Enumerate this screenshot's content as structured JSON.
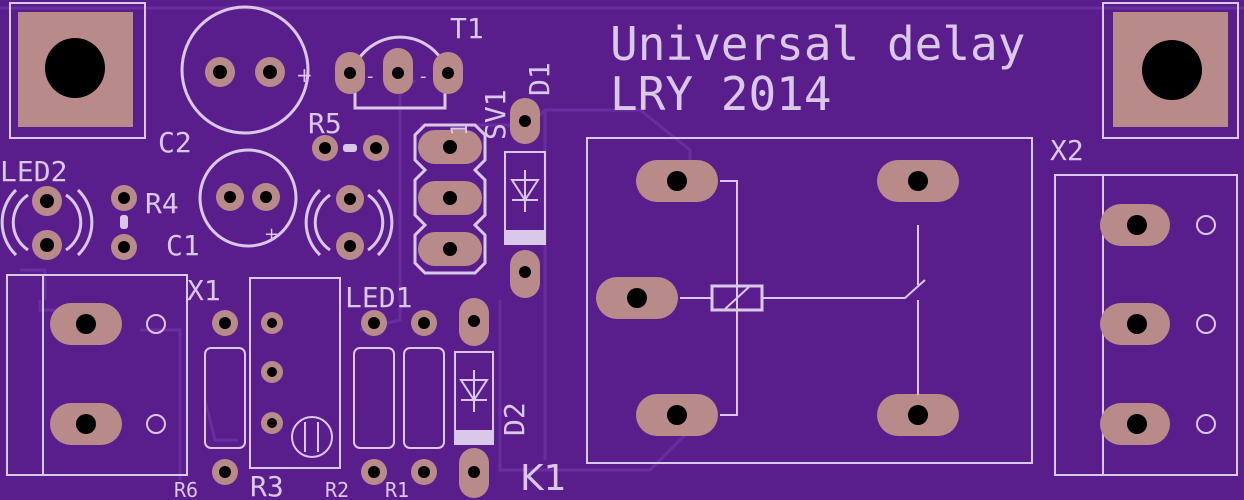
{
  "board": {
    "title_line1": "Universal delay",
    "title_line2": "LRY 2014"
  },
  "labels": {
    "t1": "T1",
    "c2": "C2",
    "c1": "C1",
    "r5": "R5",
    "r4": "R4",
    "r6": "R6",
    "r3": "R3",
    "r2": "R2",
    "r1": "R1",
    "led1": "LED1",
    "led2": "LED2",
    "x1": "X1",
    "x2": "X2",
    "sv1": "SV1",
    "d1": "D1",
    "d2": "D2",
    "k1": "K1",
    "pin1": "1",
    "plus": "+",
    "minus": "-"
  },
  "colors": {
    "board": "#5a1e8c",
    "silkscreen": "#d9c8e8",
    "copper": "#b88a8a",
    "drill": "#000000"
  }
}
